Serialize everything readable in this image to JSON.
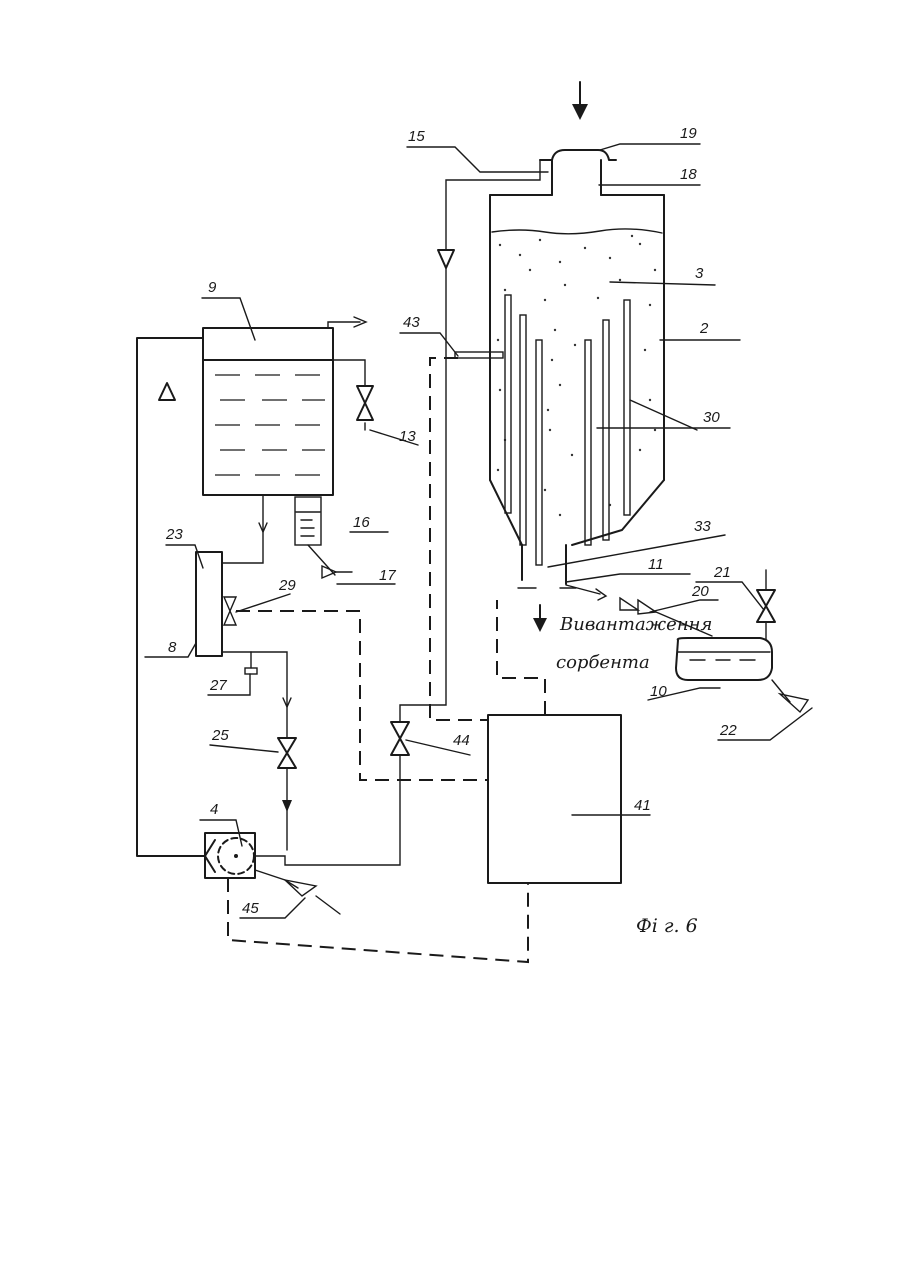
{
  "labels": {
    "l2": "2",
    "l3": "3",
    "l4": "4",
    "l8": "8",
    "l9": "9",
    "l10": "10",
    "l11": "11",
    "l13": "13",
    "l15": "15",
    "l16": "16",
    "l17": "17",
    "l18": "18",
    "l19": "19",
    "l20": "20",
    "l21": "21",
    "l22": "22",
    "l23": "23",
    "l25": "25",
    "l27": "27",
    "l29": "29",
    "l30": "30",
    "l33": "33",
    "l41": "41",
    "l43": "43",
    "l44": "44",
    "l45": "45"
  },
  "caption": {
    "line1": "Вивантаження",
    "line2": "сорбента"
  },
  "figure_label": "Фі г. 6"
}
